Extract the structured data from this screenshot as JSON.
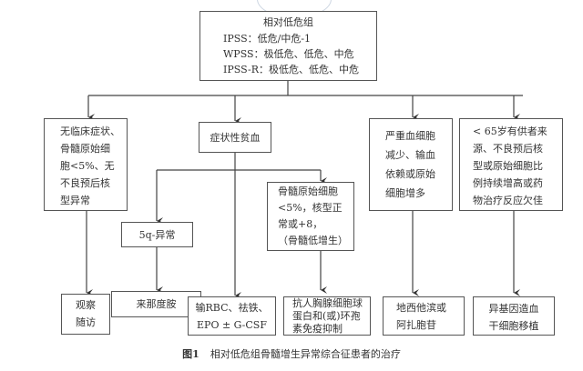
{
  "root": {
    "title": "相对低危组",
    "lines": [
      "IPSS：低危/中危-1",
      "WPSS：极低危、低危、中危",
      "IPSS-R：极低危、低危、中危"
    ]
  },
  "branches": {
    "no_symptom": [
      "无临床症状、",
      "骨髓原始细",
      "胞<5%、无",
      "不良预后核",
      "型异常"
    ],
    "anemia": [
      "症状性贫血"
    ],
    "severe": [
      "严重血细胞",
      "减少、输血",
      "依赖或原始",
      "细胞增多"
    ],
    "young": [
      "< 65岁有供者来",
      "源、不良预后核",
      "型或原始细胞比",
      "例持续增高或药",
      "物治疗反应欠佳"
    ]
  },
  "sub_branches": {
    "del5q": [
      "5q-异常"
    ],
    "hypoplastic": [
      "骨髓原始细胞",
      "<5%，核型正",
      "常或+8，",
      "（骨髓低增生）"
    ]
  },
  "treatments": {
    "observe": [
      "观察",
      "随访"
    ],
    "lenalidomide": [
      "来那度胺"
    ],
    "supportive": [
      "输RBC、祛铁、",
      "EPO ± G-CSF"
    ],
    "immuno": [
      "抗人胸腺细胞球",
      "蛋白和(或)环孢",
      "素免疫抑制"
    ],
    "hypomethylating": [
      "地西他滨或",
      "阿扎胞苷"
    ],
    "transplant": [
      "异基因造血",
      "干细胞移植"
    ]
  },
  "caption": {
    "figure_label": "图1",
    "text": "相对低危组骨髓增生异常综合征患者的治疗"
  }
}
